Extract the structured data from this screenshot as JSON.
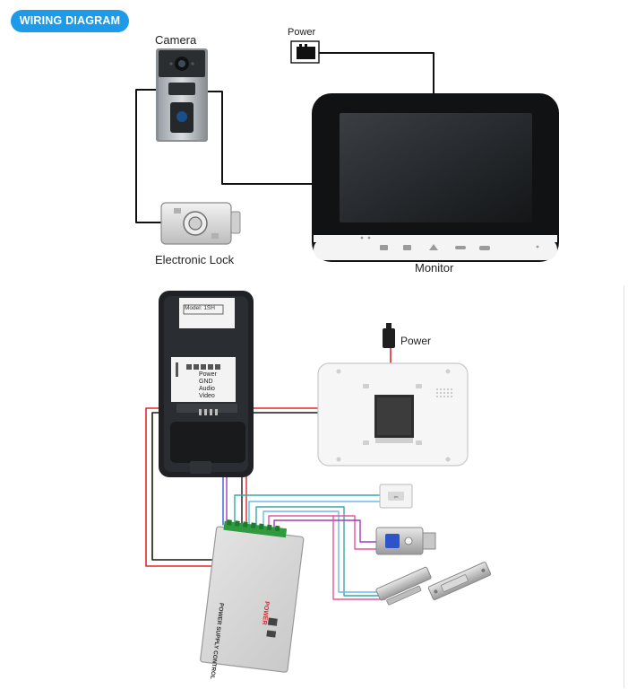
{
  "header": {
    "badge_text": "WIRING DIAGRAM"
  },
  "top_diagram": {
    "camera_label": "Camera",
    "power_label": "Power",
    "lock_label": "Electronic Lock",
    "monitor_label": "Monitor"
  },
  "bottom_diagram": {
    "power_label": "Power",
    "camera_back_model": "Model: 1SH",
    "terminal_labels": [
      "Power",
      "GND",
      "Audio",
      "Video"
    ],
    "psu_label": "POWER SUPPLY CONTROL",
    "psu_power_text": "POWER"
  },
  "colors": {
    "badge": "#1e9be8",
    "wire_red": "#e2262b",
    "wire_black": "#1a1a1a",
    "wire_blue": "#3a5bd9",
    "wire_purple": "#9b3fb5",
    "wire_teal": "#37a9a4",
    "wire_pink": "#e6559b",
    "wire_lightblue": "#6cb8e6"
  }
}
